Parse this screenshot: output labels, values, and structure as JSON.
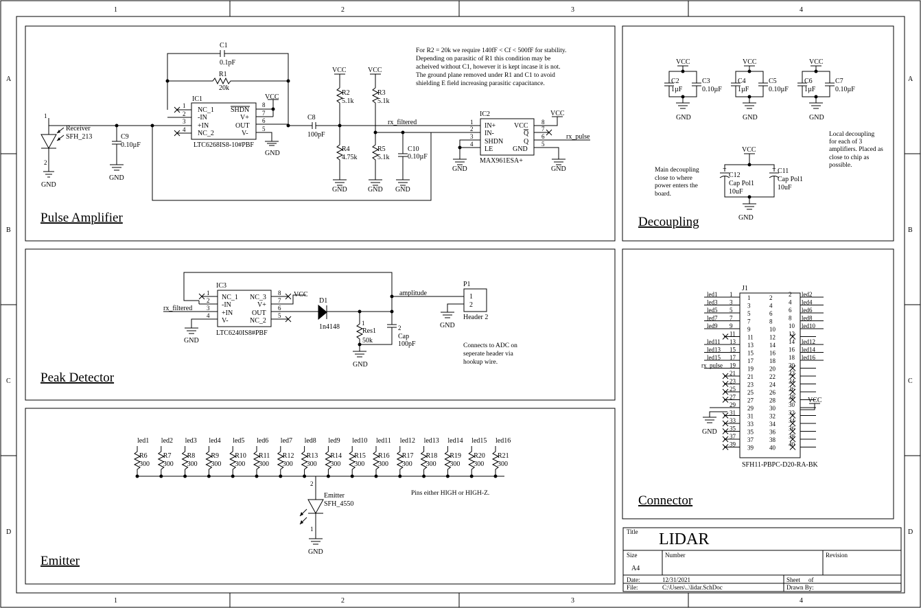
{
  "title_block": {
    "title_label": "Title",
    "title": "LIDAR",
    "size_label": "Size",
    "size": "A4",
    "number_label": "Number",
    "revision_label": "Revision",
    "date_label": "Date:",
    "date": "12/31/2021",
    "file_label": "File:",
    "file": "C:\\Users\\..\\lidar.SchDoc",
    "sheet_label": "Sheet",
    "of_label": "of",
    "drawn_by_label": "Drawn By:"
  },
  "border": {
    "columns": [
      "1",
      "2",
      "3",
      "4"
    ],
    "rows": [
      "A",
      "B",
      "C",
      "D"
    ]
  },
  "sections": {
    "pulse_amplifier": "Pulse Amplifier",
    "decoupling": "Decoupling",
    "peak_detector": "Peak Detector",
    "connector": "Connector",
    "emitter": "Emitter"
  },
  "pulse_amplifier": {
    "note": [
      "For R2 = 20k we require 140fF < Cf < 500fF for stability.",
      "Depending on parasitic of R1 this condition may be",
      "acheived without C1, however it is kept incase it is not.",
      "The ground plane removed under R1 and C1 to avoid",
      "shielding E field increasing parasitic capacitance."
    ],
    "c1": {
      "ref": "C1",
      "value": "0.1pF"
    },
    "r1": {
      "ref": "R1",
      "value": "20k"
    },
    "ic1": {
      "ref": "IC1",
      "part": "LTC6268IS8-10#PBF",
      "pins_left": [
        "NC_1",
        "-IN",
        "+IN",
        "NC_2"
      ],
      "pins_right": [
        "SHDN",
        "V+",
        "OUT",
        "V-"
      ],
      "pin_nums_left": [
        "1",
        "2",
        "3",
        "4"
      ],
      "pin_nums_right": [
        "8",
        "7",
        "6",
        "5"
      ]
    },
    "receiver": {
      "ref": "Receiver",
      "part": "SFH_213",
      "pin1": "1",
      "pin2": "2"
    },
    "c9": {
      "ref": "C9",
      "value": "0.10µF"
    },
    "c8": {
      "ref": "C8",
      "value": "100pF"
    },
    "r2": {
      "ref": "R2",
      "value": "5.1k"
    },
    "r3": {
      "ref": "R3",
      "value": "5.1k"
    },
    "r4": {
      "ref": "R4",
      "value": "4.75k"
    },
    "r5": {
      "ref": "R5",
      "value": "5.1k"
    },
    "c10": {
      "ref": "C10",
      "value": "0.10µF"
    },
    "ic2": {
      "ref": "IC2",
      "part": "MAX961ESA+",
      "pins_left": [
        "IN+",
        "IN-",
        "SHDN",
        "LE"
      ],
      "pins_right": [
        "VCC",
        "Q",
        "Q",
        "GND"
      ],
      "pin_nums_left": [
        "1",
        "2",
        "3",
        "4"
      ],
      "pin_nums_right": [
        "8",
        "7",
        "6",
        "5"
      ]
    },
    "net_rx_filtered": "rx_filtered",
    "net_rx_pulse": "rx_pulse"
  },
  "decoupling": {
    "caps_top": [
      {
        "ref_a": "C2",
        "val_a": "1µF",
        "ref_b": "C3",
        "val_b": "0.10µF"
      },
      {
        "ref_a": "C4",
        "val_a": "1µF",
        "ref_b": "C5",
        "val_b": "0.10µF"
      },
      {
        "ref_a": "C6",
        "val_a": "1µF",
        "ref_b": "C7",
        "val_b": "0.10µF"
      }
    ],
    "note_local": [
      "Local decoupling",
      "for each of 3",
      "amplifiers. Placed as",
      "close to chip as",
      "possible."
    ],
    "note_main": [
      "Main decoupling",
      "close to where",
      "power enters the",
      "board."
    ],
    "c12": {
      "ref": "C12",
      "part": "Cap Pol1",
      "value": "10uF"
    },
    "c11": {
      "ref": "C11",
      "part": "Cap Pol1",
      "value": "10uF"
    }
  },
  "peak_detector": {
    "ic3": {
      "ref": "IC3",
      "part": "LTC6240IS8#PBF",
      "pins_left": [
        "NC_1",
        "-IN",
        "+IN",
        "V-"
      ],
      "pins_right": [
        "NC_3",
        "V+",
        "OUT",
        "NC_2"
      ],
      "pin_nums_left": [
        "1",
        "2",
        "3",
        "4"
      ],
      "pin_nums_right": [
        "8",
        "7",
        "6",
        "5"
      ]
    },
    "d1": {
      "ref": "D1",
      "part": "1n4148"
    },
    "res1": {
      "ref": "Res1",
      "value": "50k",
      "pin": "1"
    },
    "cap": {
      "ref": "Cap",
      "value": "100pF",
      "pin": "2"
    },
    "p1": {
      "ref": "P1",
      "part": "Header 2",
      "pins": [
        "1",
        "2"
      ]
    },
    "net_amplitude": "amplitude",
    "net_rx_filtered": "rx_filtered",
    "note": [
      "Connects to ADC on",
      "seperate header via",
      "hookup wire."
    ]
  },
  "emitter": {
    "leds": [
      "led1",
      "led2",
      "led3",
      "led4",
      "led5",
      "led6",
      "led7",
      "led8",
      "led9",
      "led10",
      "led11",
      "led12",
      "led13",
      "led14",
      "led15",
      "led16"
    ],
    "resistors": [
      "R6",
      "R7",
      "R8",
      "R9",
      "R10",
      "R11",
      "R12",
      "R13",
      "R14",
      "R15",
      "R16",
      "R17",
      "R18",
      "R19",
      "R20",
      "R21"
    ],
    "res_value": "300",
    "emitter_ref": "Emitter",
    "emitter_part": "SFH_4550",
    "pin_top": "2",
    "pin_bottom": "1",
    "note": "Pins either HIGH or HIGH-Z."
  },
  "connector": {
    "ref": "J1",
    "part": "SFH11-PBPC-D20-RA-BK",
    "left_nets": [
      "led1",
      "led3",
      "led5",
      "led7",
      "led9",
      "",
      "led11",
      "led13",
      "led15",
      "rx_pulse",
      "",
      "",
      "",
      "",
      "",
      "",
      "",
      "",
      "",
      ""
    ],
    "right_nets": [
      "led2",
      "led4",
      "led6",
      "led8",
      "led10",
      "",
      "led12",
      "led14",
      "led16",
      "",
      "",
      "",
      "",
      "",
      "",
      "",
      "",
      "",
      "",
      ""
    ],
    "vcc": "VCC",
    "gnd": "GND"
  },
  "common": {
    "vcc": "VCC",
    "gnd": "GND"
  }
}
